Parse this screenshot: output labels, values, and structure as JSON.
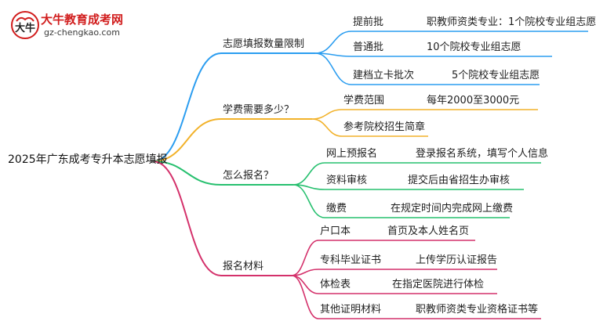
{
  "logo": {
    "title": "大牛教育成考网",
    "url": "gz-chengkao.com"
  },
  "root": "2025年广东成考专升本志愿填报",
  "colors": {
    "blue": "#2b9df0",
    "orange": "#f2b22a",
    "green": "#27c06f",
    "red": "#d4316b"
  },
  "branches": [
    {
      "id": "b0",
      "label": "志愿填报数量限制",
      "color": "blue",
      "children": [
        {
          "label": "提前批",
          "value": "职教师资类专业：1个院校专业组志愿"
        },
        {
          "label": "普通批",
          "value": "10个院校专业组志愿"
        },
        {
          "label": "建档立卡批次",
          "value": "5个院校专业组志愿"
        }
      ]
    },
    {
      "id": "b1",
      "label": "学费需要多少？",
      "color": "orange",
      "children": [
        {
          "label": "学费范围",
          "value": "每年2000至3000元"
        },
        {
          "label": "参考院校招生简章",
          "value": ""
        }
      ]
    },
    {
      "id": "b2",
      "label": "怎么报名？",
      "color": "green",
      "children": [
        {
          "label": "网上预报名",
          "value": "登录报名系统，填写个人信息"
        },
        {
          "label": "资料审核",
          "value": "提交后由省招生办审核"
        },
        {
          "label": "缴费",
          "value": "在规定时间内完成网上缴费"
        }
      ]
    },
    {
      "id": "b3",
      "label": "报名材料",
      "color": "red",
      "children": [
        {
          "label": "户口本",
          "value": "首页及本人姓名页"
        },
        {
          "label": "专科毕业证书",
          "value": "上传学历认证报告"
        },
        {
          "label": "体检表",
          "value": "在指定医院进行体检"
        },
        {
          "label": "其他证明材料",
          "value": "职教师资类专业资格证书等"
        }
      ]
    }
  ]
}
